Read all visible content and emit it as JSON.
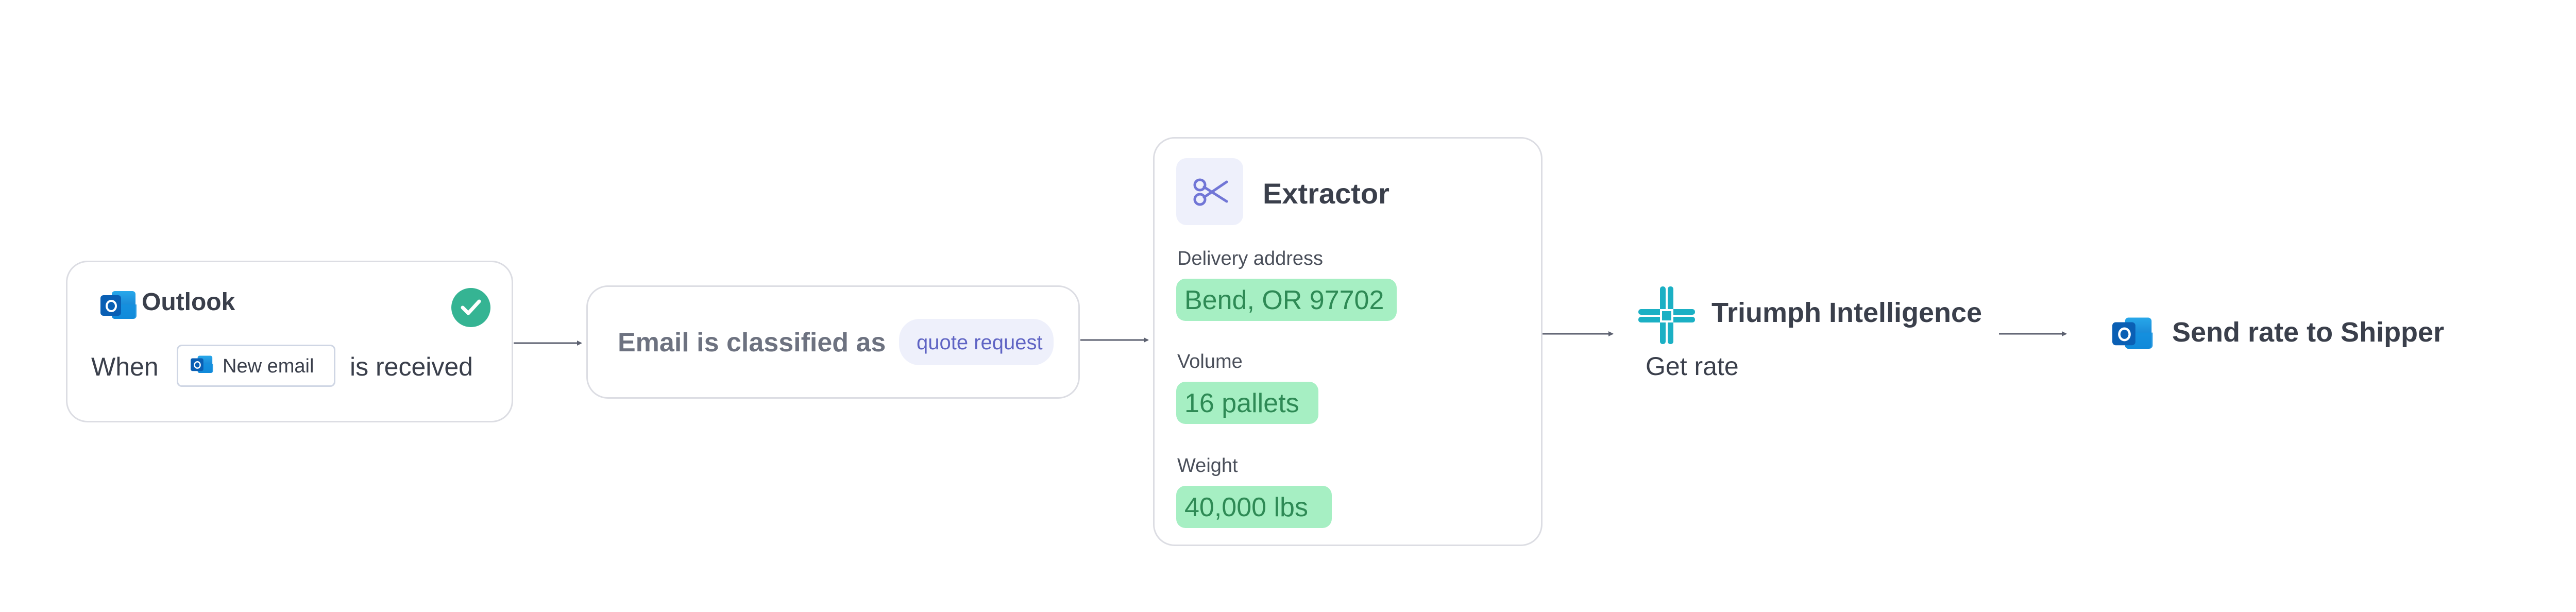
{
  "trigger": {
    "app_name": "Outlook",
    "when_label": "When",
    "event_chip": "New email",
    "suffix": "is received",
    "status_color": "#35b493"
  },
  "classifier": {
    "label": "Email is classified as",
    "category": "quote request"
  },
  "extractor": {
    "title": "Extractor",
    "fields": [
      {
        "label": "Delivery address",
        "value": "Bend, OR 97702"
      },
      {
        "label": "Volume",
        "value": "16 pallets"
      },
      {
        "label": "Weight",
        "value": "40,000 lbs"
      }
    ]
  },
  "rating": {
    "app_name": "Triumph Intelligence",
    "action": "Get rate",
    "brand_color": "#1bb0c4"
  },
  "send": {
    "label": "Send rate to Shipper"
  },
  "colors": {
    "value_bg": "#a6efc3",
    "value_text": "#2e8a55",
    "pill_bg": "#eef0fb",
    "pill_text": "#5f64c4"
  }
}
